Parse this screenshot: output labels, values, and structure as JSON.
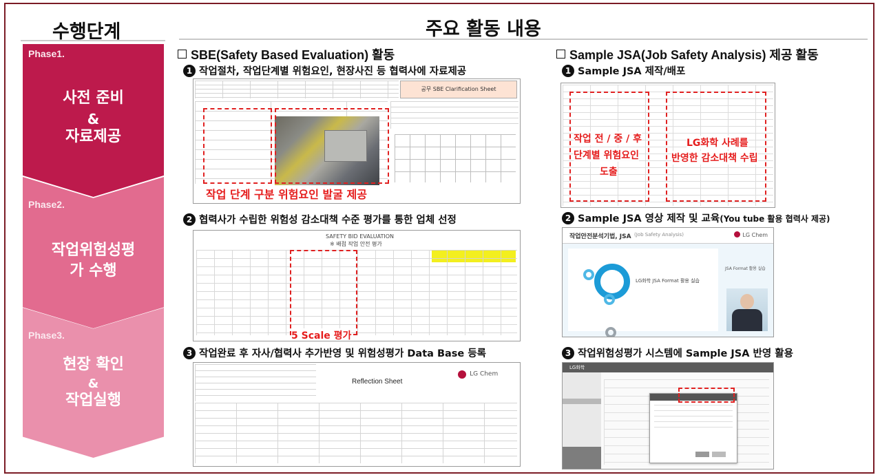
{
  "headers": {
    "left": "수행단계",
    "right": "주요 활동 내용"
  },
  "phases": [
    {
      "name": "Phase1.",
      "lines": [
        "사전 준비",
        "&",
        "자료제공"
      ]
    },
    {
      "name": "Phase2.",
      "lines": [
        "작업위험성평",
        "가 수행"
      ]
    },
    {
      "name": "Phase3.",
      "lines": [
        "현장 확인",
        "&",
        "작업실행"
      ]
    }
  ],
  "sbe": {
    "title": "SBE(Safety Based Evaluation) 활동",
    "items": [
      {
        "num": "1",
        "text": "작업절차, 작업단계별 위험요인, 현장사진 등 협력사에 자료제공"
      },
      {
        "num": "2",
        "text": "협력사가 수립한 위험성 감소대책 수준 평가를 통한 업체 선정"
      },
      {
        "num": "3",
        "text": "작업완료 후 자사/협력사 추가반영 및 위험성평가 Data Base 등록"
      }
    ],
    "img1": {
      "sheet_title": "공무 SBE Clarification Sheet",
      "caption": "작업 단계 구분 위험요인 발굴 제공"
    },
    "img2": {
      "title": "SAFETY BID EVALUATION",
      "subtitle": "※ 배점 작업 안전 평가",
      "caption": "5 Scale 평가"
    },
    "img3": {
      "title": "Reflection Sheet",
      "logo": "LG Chem"
    }
  },
  "jsa": {
    "title": "Sample JSA(Job Safety Analysis) 제공 활동",
    "items": [
      {
        "num": "1",
        "text": "Sample JSA 제작/배포"
      },
      {
        "num": "2",
        "text": "Sample JSA 영상 제작 및 교육",
        "suffix": "(You tube 활용 협력사 제공)"
      },
      {
        "num": "3",
        "text": "작업위험성평가 시스템에 Sample JSA 반영 활용"
      }
    ],
    "img1": {
      "left_caption": [
        "작업 전 / 중 / 후",
        "단계별 위험요인",
        "도출"
      ],
      "right_caption": [
        "LG화학 사례를",
        "반영한 감소대책 수립"
      ]
    },
    "img2": {
      "slide_title": "작업안전분석기법, JSA",
      "slide_sub": "(Job Safety Analysis)",
      "logo": "LG Chem",
      "body": "LG화학 JSA Format 활용 실습",
      "tag": "JSA Format 활용 실습"
    },
    "img3": {
      "logo": "LG화학"
    }
  },
  "colors": {
    "phase1": "#bd1a4c",
    "phase2": "#e26b8f",
    "phase3": "#ea90ac",
    "frame": "#7a1b25",
    "dash": "#e02020"
  }
}
